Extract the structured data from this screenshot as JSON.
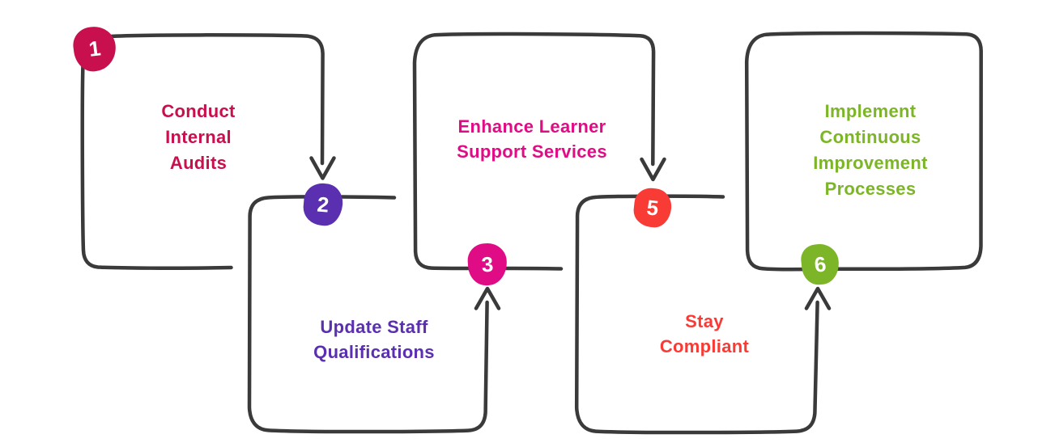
{
  "diagram": {
    "type": "process-flow",
    "background_color": "#ffffff",
    "stroke_color": "#3a3a3a",
    "badge_number_color": "#ffffff",
    "steps": [
      {
        "number": "1",
        "color": "#c8104f",
        "lines": [
          "Conduct",
          "Internal",
          "Audits"
        ]
      },
      {
        "number": "2",
        "color": "#5a2fb0",
        "lines": [
          "Update Staff",
          "Qualifications"
        ]
      },
      {
        "number": "3",
        "color": "#e00c85",
        "lines": [
          "Enhance Learner",
          "Support Services"
        ]
      },
      {
        "number": "5",
        "color": "#f93b36",
        "lines": [
          "Stay",
          "Compliant"
        ]
      },
      {
        "number": "6",
        "color": "#7cb527",
        "lines": [
          "Implement",
          "Continuous",
          "Improvement",
          "Processes"
        ]
      }
    ]
  }
}
